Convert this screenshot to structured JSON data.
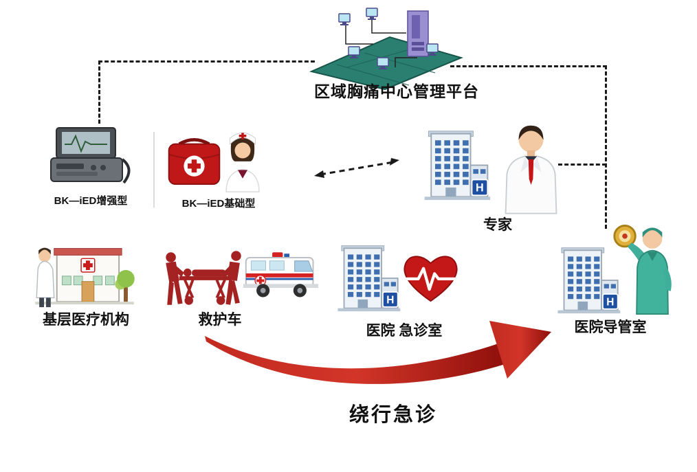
{
  "platform": {
    "label": "区域胸痛中心管理平台"
  },
  "devices": {
    "enhanced_label": "BK—iED增强型",
    "basic_label": "BK—iED基础型"
  },
  "expert": {
    "label": "专家"
  },
  "primary_care": {
    "label": "基层医疗机构"
  },
  "ambulance": {
    "label": "救护车"
  },
  "emergency_room": {
    "label": "医院 急诊室"
  },
  "cath_lab": {
    "label": "医院导管室"
  },
  "bypass": {
    "label": "绕行急诊"
  },
  "hospital_sign": "H",
  "colors": {
    "arrow_red_start": "#c22a20",
    "arrow_red_end": "#8e0f0b",
    "dash_color": "#1a1a1a",
    "window_blue": "#3f6fae",
    "cross_red": "#c01818",
    "platform_teal": "#2a7f70"
  }
}
